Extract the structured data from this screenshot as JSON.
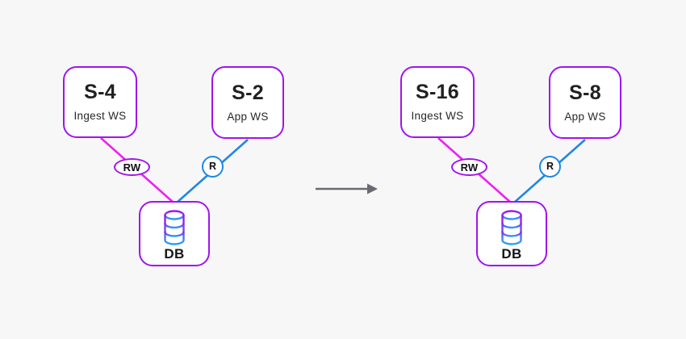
{
  "colors": {
    "background": "#F7F7F8",
    "node_border": "#A114EC",
    "node_fill": "#FFFFFF",
    "write_link": "#F020F2",
    "read_link": "#1E88E5",
    "db_icon_gradient_top": "#A114EC",
    "db_icon_gradient_bottom": "#29A3F4",
    "transition_arrow": "#6A6A73",
    "text": "#212124"
  },
  "before": {
    "ingest": {
      "title": "S-4",
      "subtitle": "Ingest WS"
    },
    "app": {
      "title": "S-2",
      "subtitle": "App WS"
    },
    "db_label": "DB",
    "write_label": "RW",
    "read_label": "R"
  },
  "after": {
    "ingest": {
      "title": "S-16",
      "subtitle": "Ingest WS"
    },
    "app": {
      "title": "S-8",
      "subtitle": "App WS"
    },
    "db_label": "DB",
    "write_label": "RW",
    "read_label": "R"
  }
}
